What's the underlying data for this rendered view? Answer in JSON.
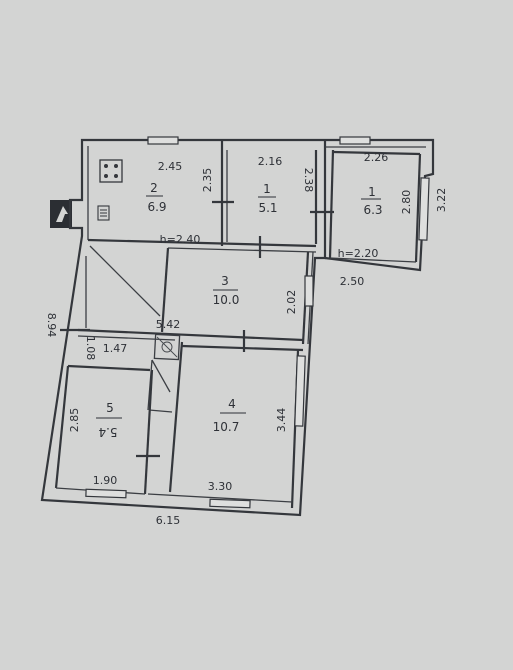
{
  "plan": {
    "rooms": [
      {
        "id": "2",
        "area": "6.9"
      },
      {
        "id": "1",
        "area": "5.1"
      },
      {
        "id": "1",
        "area": "6.3",
        "note": "room number drawn as a single stroke"
      },
      {
        "id": "3",
        "area": "10.0"
      },
      {
        "id": "4",
        "area": "10.7"
      },
      {
        "id": "5",
        "area": "5.4"
      }
    ],
    "dimensions": {
      "room2_width": "2.45",
      "room2_height": "2.35",
      "room1_width": "2.16",
      "room1_height": "2.38",
      "room6_width": "2.26",
      "room6_height": "2.80",
      "outer_right": "3.22",
      "room6_bottom": "2.50",
      "room3_height": "2.02",
      "room3_width": "5.42",
      "room4_height": "3.44",
      "room4_width": "3.30",
      "room5_height": "2.85",
      "room5_width": "1.90",
      "left_height": "8.94",
      "bottom_total": "6.15",
      "corridor_width": "1.47",
      "corridor_height": "1.08"
    },
    "ceiling_heights": {
      "main": "h=2.40",
      "annex": "h=2.20"
    }
  }
}
